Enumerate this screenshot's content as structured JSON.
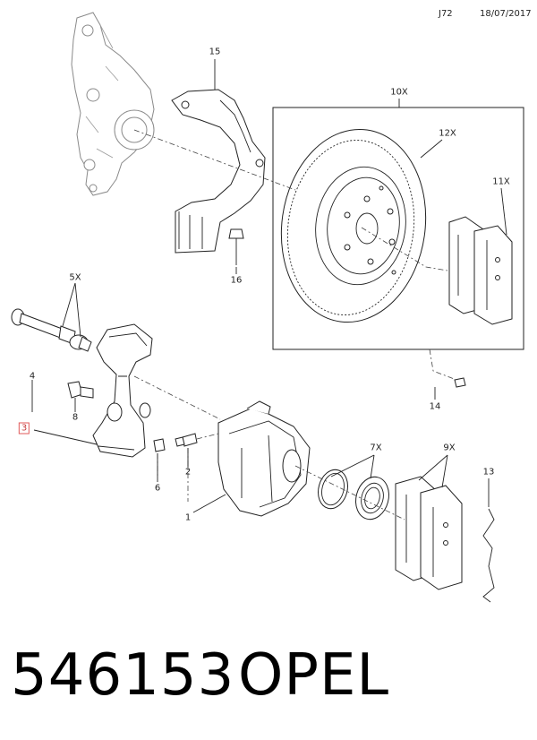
{
  "header": {
    "code": "J72",
    "date": "18/07/2017"
  },
  "callouts": {
    "c15": "15",
    "c10x": "10X",
    "c12x": "12X",
    "c11x": "11X",
    "c16": "16",
    "c5x": "5X",
    "c4": "4",
    "c3": "3",
    "c8": "8",
    "c6": "6",
    "c2": "2",
    "c1": "1",
    "c7x": "7X",
    "c9x": "9X",
    "c13": "13",
    "c14": "14"
  },
  "highlighted_callout": "3",
  "footer": {
    "part_number": "546153",
    "brand": "OPEL"
  }
}
